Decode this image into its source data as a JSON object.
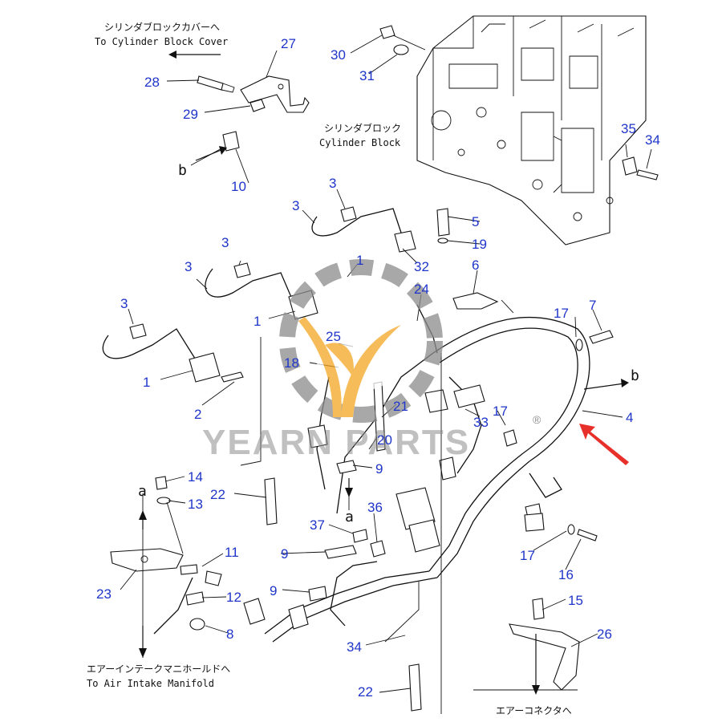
{
  "notes": {
    "cylinder_block_cover_jp": "シリンダブロックカバーへ",
    "cylinder_block_cover_en": "To Cylinder Block Cover",
    "cylinder_block_jp": "シリンダブロック",
    "cylinder_block_en": "Cylinder Block",
    "air_intake_jp": "エアーインテークマニホールドへ",
    "air_intake_en": "To Air Intake Manifold",
    "air_connector_jp": "エアーコネクタへ"
  },
  "letters": {
    "a": "a",
    "b": "b"
  },
  "watermark": "YEARN PARTS",
  "watermark_mark": "®",
  "callouts": {
    "c1a": "1",
    "c1b": "1",
    "c1c": "1",
    "c2": "2",
    "c3a": "3",
    "c3b": "3",
    "c3c": "3",
    "c3d": "3",
    "c3e": "3",
    "c4": "4",
    "c5": "5",
    "c6": "6",
    "c7": "7",
    "c8": "8",
    "c9a": "9",
    "c9b": "9",
    "c9c": "9",
    "c10": "10",
    "c11": "11",
    "c12": "12",
    "c13": "13",
    "c14": "14",
    "c15": "15",
    "c16": "16",
    "c17a": "17",
    "c17b": "17",
    "c17c": "17",
    "c18": "18",
    "c19": "19",
    "c20": "20",
    "c21": "21",
    "c22a": "22",
    "c22b": "22",
    "c23": "23",
    "c24": "24",
    "c25": "25",
    "c26": "26",
    "c27": "27",
    "c28": "28",
    "c29": "29",
    "c30": "30",
    "c31": "31",
    "c32": "32",
    "c33": "33",
    "c34a": "34",
    "c34b": "34",
    "c35": "35",
    "c36": "36",
    "c37": "37"
  },
  "colors": {
    "callout": "#1f35c9",
    "highlight_arrow": "#e8302a",
    "logo_orange": "#f5a623",
    "logo_gray": "#8c8c8c"
  }
}
